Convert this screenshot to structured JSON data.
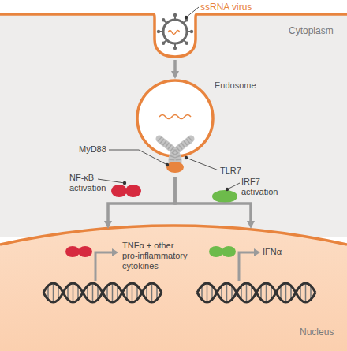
{
  "diagram": {
    "nodes": [
      {
        "text": [
          "Cytoplasm"
        ]
      },
      {
        "text": [
          "ssRNA virus"
        ]
      },
      {
        "text": [
          "Endosome"
        ],
        "in": 0
      },
      {
        "text": [
          "Nucleus"
        ]
      }
    ],
    "edges": [
      {
        "from": 1,
        "to": 2,
        "arrow": "to"
      },
      {
        "from": 2,
        "to": 3,
        "arrow": "to"
      },
      {
        "from": 2,
        "to": 3,
        "arrow": "to"
      }
    ],
    "labels": [
      "MyD88",
      "TLR7",
      "NF-κB activation",
      "IRF7 activation",
      "TNFα + other pro-inflammatory cytokines",
      "IFNα"
    ]
  }
}
